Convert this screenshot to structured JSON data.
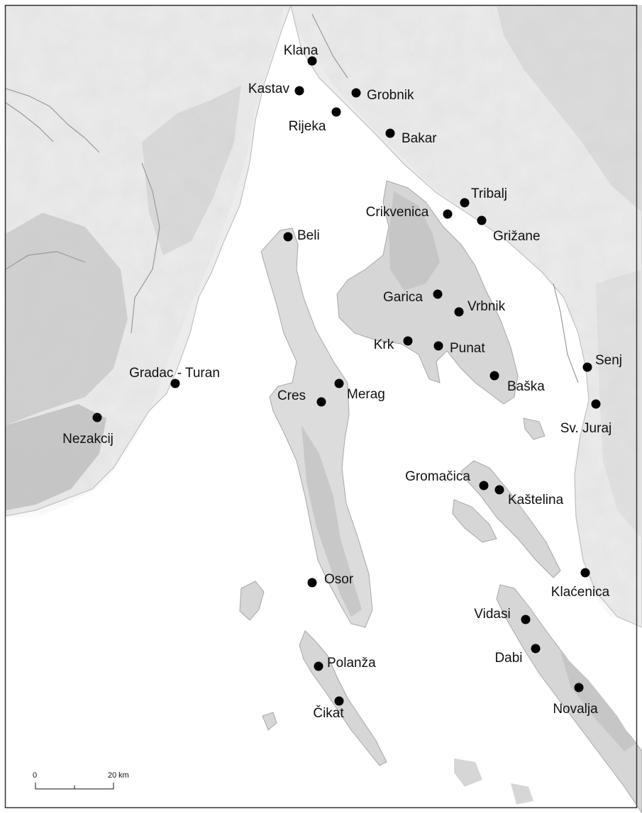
{
  "map": {
    "places": [
      {
        "name": "Klana"
      },
      {
        "name": "Kastav"
      },
      {
        "name": "Grobnik"
      },
      {
        "name": "Rijeka"
      },
      {
        "name": "Bakar"
      },
      {
        "name": "Tribalj"
      },
      {
        "name": "Crikvenica"
      },
      {
        "name": "Grižane"
      },
      {
        "name": "Beli"
      },
      {
        "name": "Garica"
      },
      {
        "name": "Vrbnik"
      },
      {
        "name": "Krk"
      },
      {
        "name": "Punat"
      },
      {
        "name": "Senj"
      },
      {
        "name": "Gradac - Turan"
      },
      {
        "name": "Merag"
      },
      {
        "name": "Cres"
      },
      {
        "name": "Baška"
      },
      {
        "name": "Sv. Juraj"
      },
      {
        "name": "Nezakcij"
      },
      {
        "name": "Gromačica"
      },
      {
        "name": "Kaštelina"
      },
      {
        "name": "Osor"
      },
      {
        "name": "Klaćenica"
      },
      {
        "name": "Vidasi"
      },
      {
        "name": "Dabi"
      },
      {
        "name": "Polanža"
      },
      {
        "name": "Novalja"
      },
      {
        "name": "Čikat"
      }
    ],
    "scale": {
      "start_label": "0",
      "end_label": "20",
      "unit": "km"
    },
    "colors": {
      "sea": "#ffffff",
      "land": "#ececec",
      "land_relief": "#d2d2d2",
      "land_low": "#c4c4c4",
      "markers": "#000000",
      "frame": "#333333"
    }
  }
}
